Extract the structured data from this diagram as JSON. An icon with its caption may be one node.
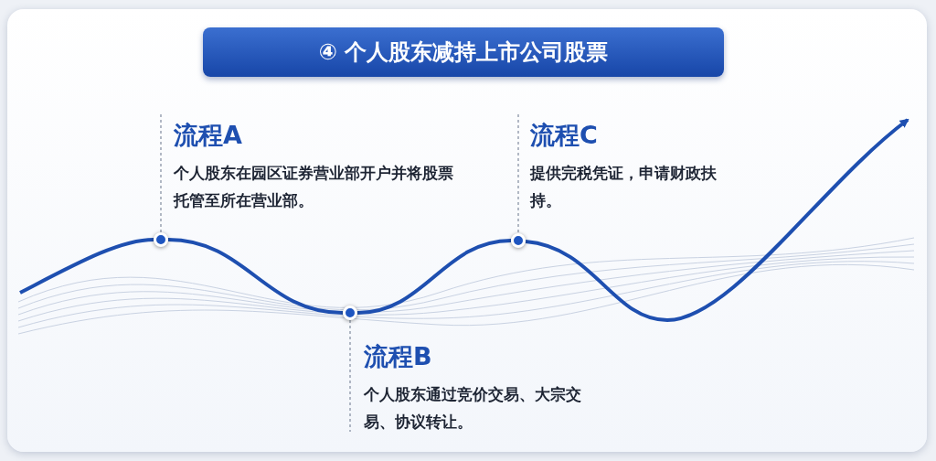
{
  "diagram": {
    "title": "④ 个人股东减持上市公司股票",
    "nodes": [
      {
        "text": [
          "流程A",
          "个人股东在园区证券营业部开户并将股票托管至所在营业部。"
        ]
      },
      {
        "text": [],
        "shape": "circle"
      },
      {
        "text": [
          "流程B",
          "个人股东通过竞价交易、大宗交易、协议转让。"
        ]
      },
      {
        "text": [],
        "shape": "circle"
      },
      {
        "text": [
          "流程C",
          "提供完税凭证，申请财政扶持。"
        ]
      },
      {
        "text": [],
        "shape": "circle"
      }
    ],
    "edges": [
      {
        "from": 0,
        "to": 1,
        "arrow": "none",
        "style": "dashed",
        "color": "#8a94a6"
      },
      {
        "from": 2,
        "to": 3,
        "arrow": "none",
        "style": "dashed",
        "color": "#8a94a6"
      },
      {
        "from": 4,
        "to": 5,
        "arrow": "none",
        "style": "dashed",
        "color": "#8a94a6"
      },
      {
        "from": null,
        "to": 1,
        "arrow": "none"
      },
      {
        "from": 1,
        "to": 3,
        "arrow": "none"
      },
      {
        "from": 3,
        "to": 5,
        "arrow": "none"
      },
      {
        "from": 5,
        "to": null,
        "arrow": "to"
      }
    ]
  }
}
